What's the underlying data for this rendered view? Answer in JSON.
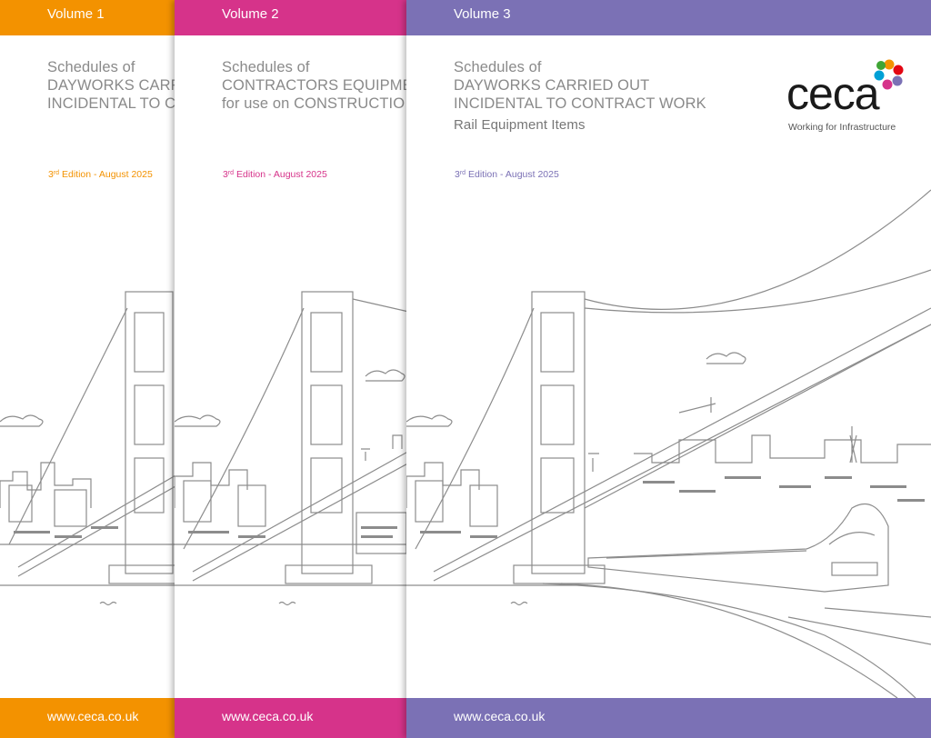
{
  "colors": {
    "volume1": "#f39200",
    "volume2": "#d6338a",
    "volume3": "#7b71b5",
    "line_art": "#8c8c8c",
    "title_text": "#8a8a8a"
  },
  "covers": [
    {
      "volume": "Volume 1",
      "title_lines": [
        "Schedules of",
        "DAYWORKS CARR",
        "INCIDENTAL TO C"
      ],
      "edition_num": "3",
      "edition_suffix": "rd",
      "edition_rest": " Edition - August 2025",
      "website": "www.ceca.co.uk"
    },
    {
      "volume": "Volume 2",
      "title_lines": [
        "Schedules of",
        "CONTRACTORS EQUIPME",
        "for use on CONSTRUCTIO"
      ],
      "edition_num": "3",
      "edition_suffix": "rd",
      "edition_rest": " Edition - August 2025",
      "website": "www.ceca.co.uk"
    },
    {
      "volume": "Volume 3",
      "title_lines": [
        "Schedules of",
        "DAYWORKS CARRIED OUT",
        "INCIDENTAL TO CONTRACT WORK"
      ],
      "subtitle": "Rail Equipment Items",
      "edition_num": "3",
      "edition_suffix": "rd",
      "edition_rest": " Edition - August 2025",
      "website": "www.ceca.co.uk"
    }
  ],
  "logo": {
    "word": "ceca",
    "tagline": "Working for Infrastructure",
    "dot_colors": [
      "#f39200",
      "#d6338a",
      "#7b71b5",
      "#3fa535",
      "#00a0d6",
      "#e30613"
    ]
  },
  "icons": [
    "bridge-illustration",
    "train-illustration",
    "ceca-logo-dots"
  ]
}
